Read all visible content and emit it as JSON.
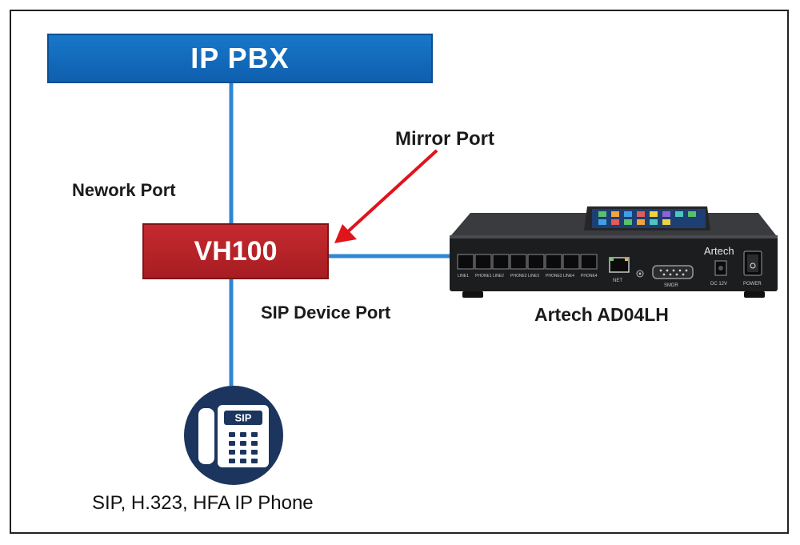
{
  "diagram": {
    "pbx_label": "IP PBX",
    "vh_label": "VH100",
    "mirror_port_label": "Mirror Port",
    "network_port_label": "Nework Port",
    "sip_device_port_label": "SIP Device  Port",
    "artech_label": "Artech AD04LH",
    "phone_label": "SIP, H.323, HFA IP Phone",
    "sip_badge": "SIP",
    "device_brand": "Artech",
    "port_labels": [
      "LINE1",
      "PHONE1",
      "LINE2",
      "PHONE2",
      "LINE3",
      "PHONE3",
      "LINE4",
      "PHONE4"
    ],
    "net_label": "NET",
    "smdr_label": "SMDR",
    "dc_label": "DC 12V",
    "power_label": "POWER"
  },
  "colors": {
    "pbx_blue": "#1470c2",
    "vh_red": "#b52227",
    "wire_blue": "#2f86d6",
    "arrow_red": "#e0141b",
    "phone_navy": "#1c355e"
  }
}
